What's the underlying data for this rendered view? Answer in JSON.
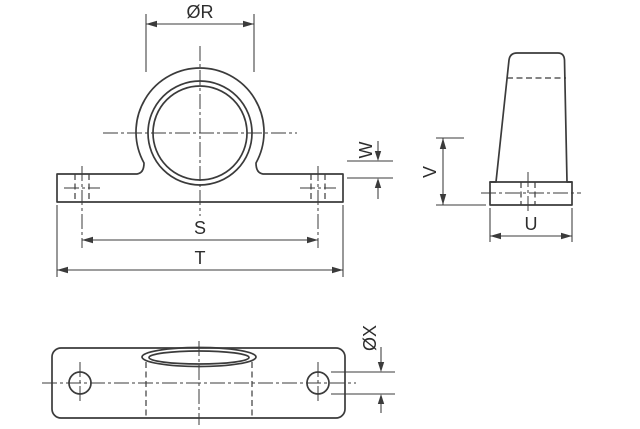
{
  "drawing": {
    "type": "engineering-drawing",
    "subject": "pillow-block-bearing-housing",
    "colors": {
      "line": "#3b3b3b",
      "background": "#ffffff"
    },
    "labels": {
      "r": "ØR",
      "w": "W",
      "v": "V",
      "s": "S",
      "t": "T",
      "u": "U",
      "x": "ØX"
    }
  }
}
